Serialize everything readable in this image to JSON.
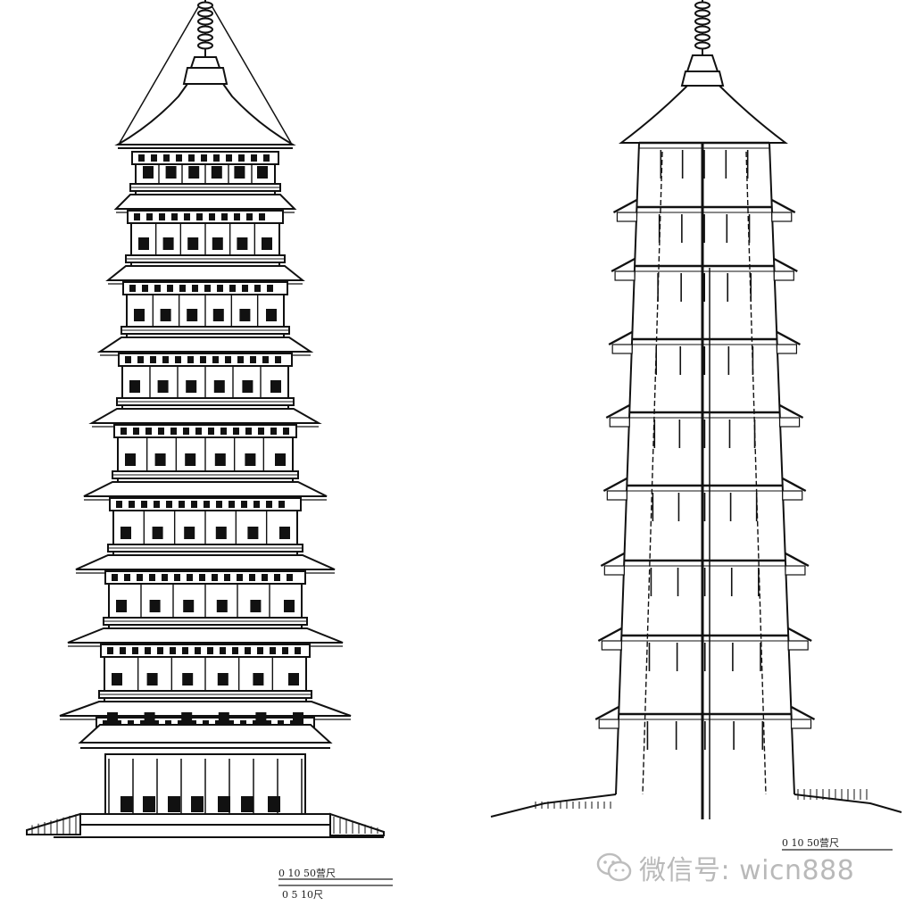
{
  "left_elevation": {
    "scale_top": "0  10              50营尺",
    "scale_bottom": "0    5    10尺"
  },
  "right_section": {
    "scale_top": "0  10              50营尺"
  },
  "watermark": {
    "text": "微信号: wicn888",
    "icon": "wechat-icon"
  }
}
